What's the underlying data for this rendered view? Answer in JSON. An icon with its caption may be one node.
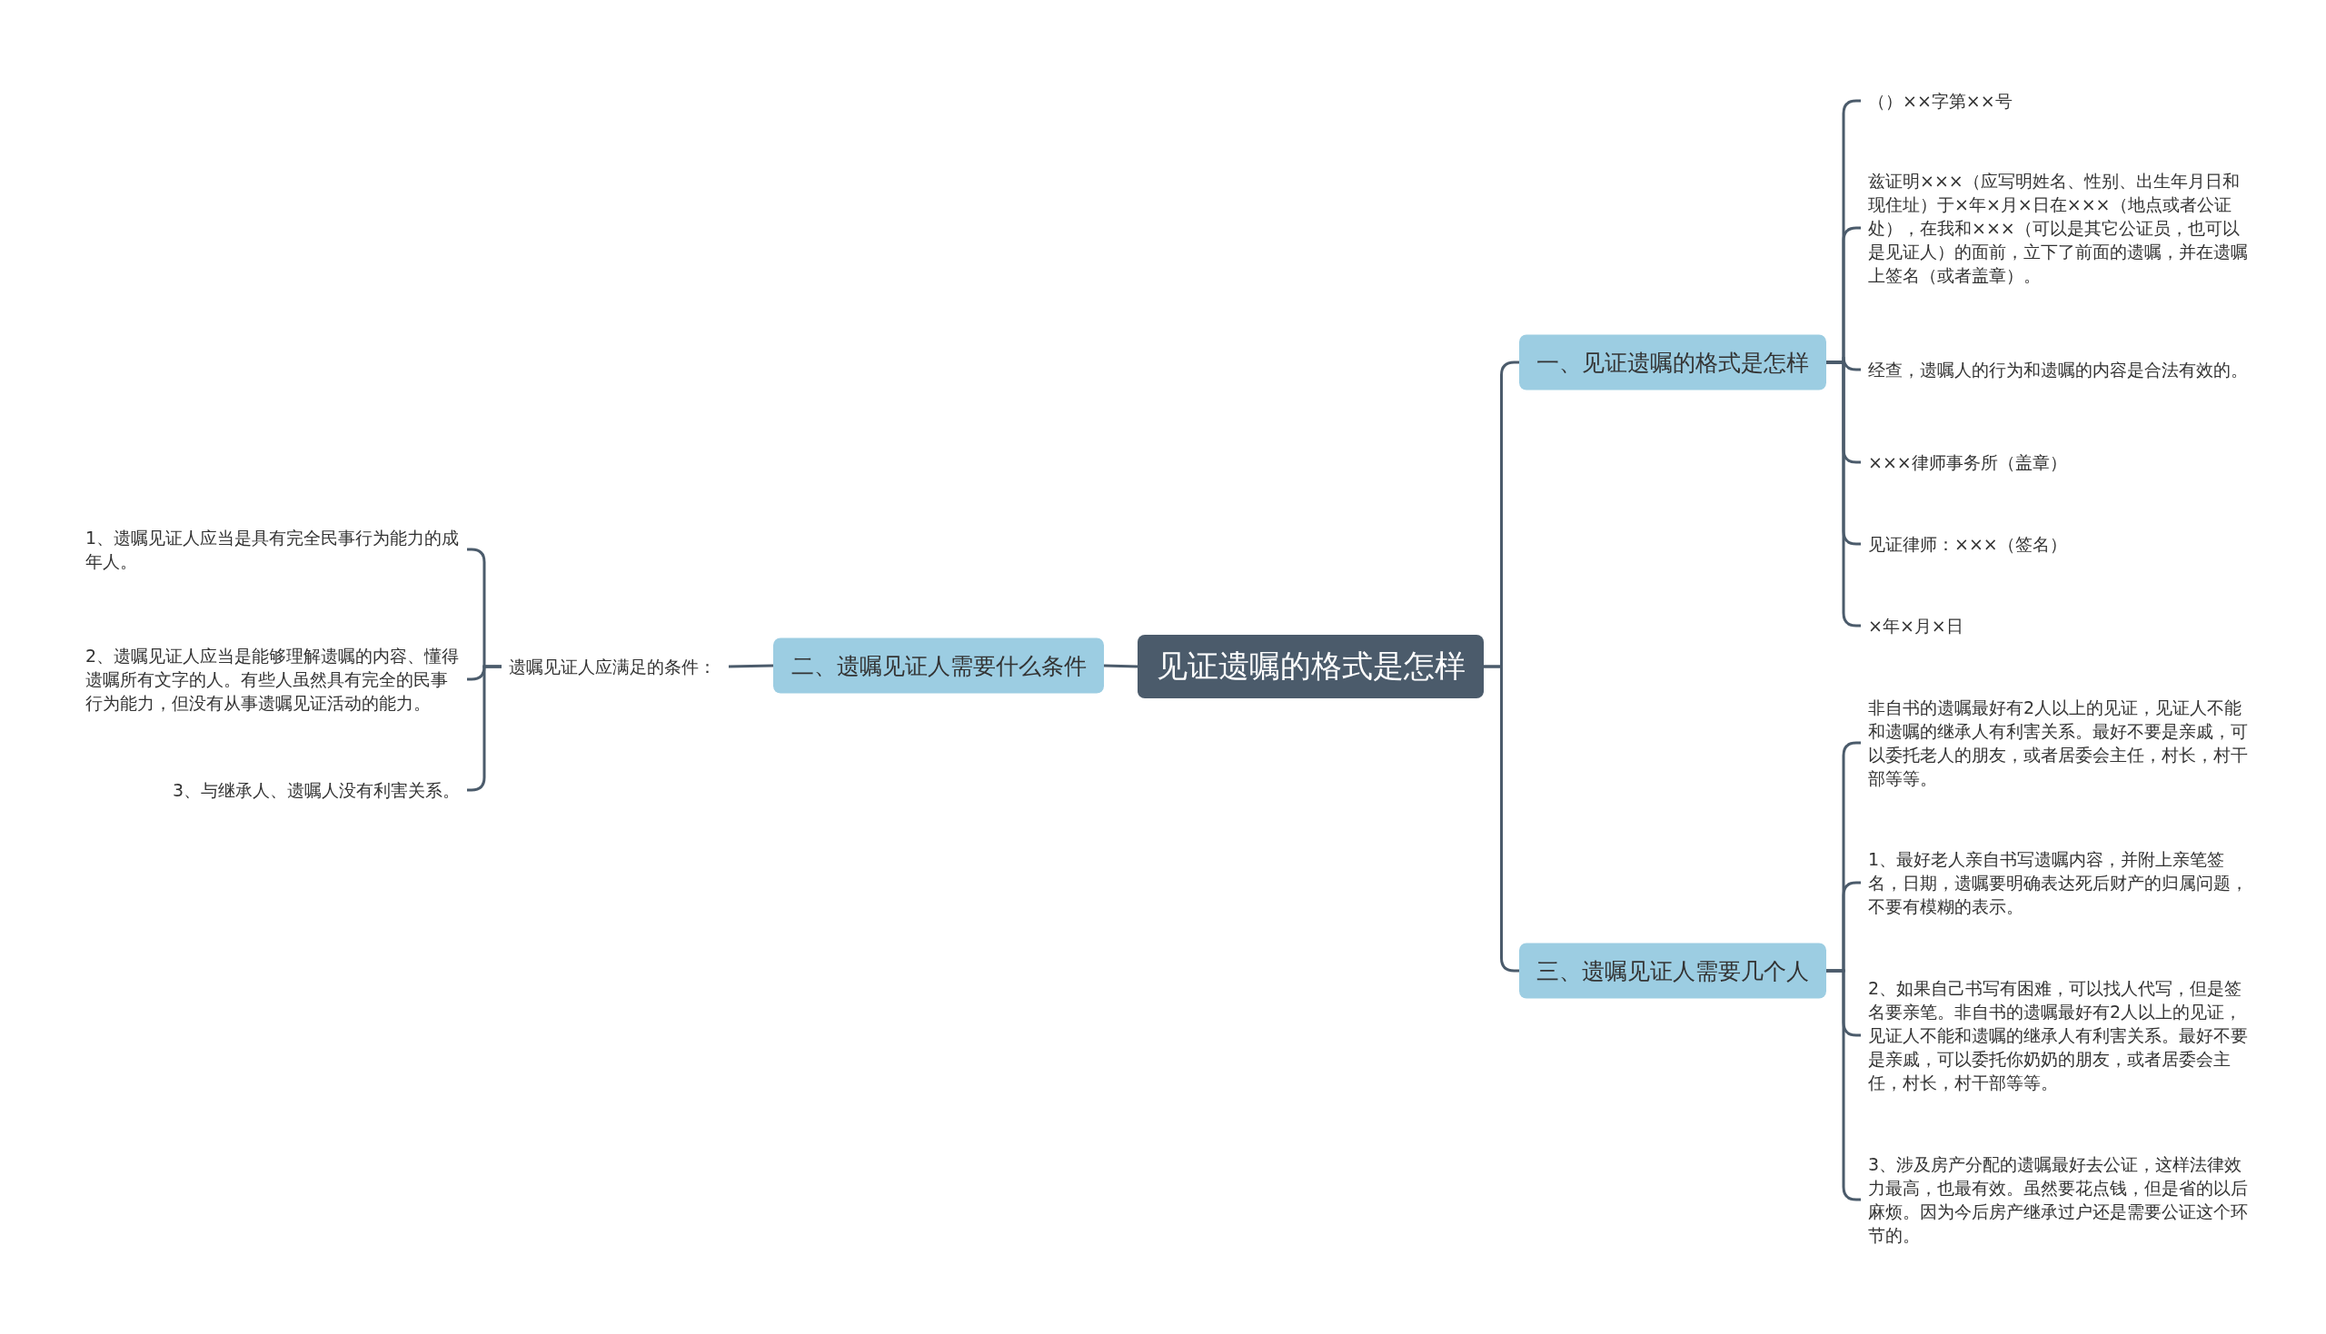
{
  "diagram": {
    "nodes": [
      {
        "text": [
          "见证遗嘱的格式是怎样"
        ]
      },
      {
        "text": [
          "一、见证遗嘱的格式是怎样"
        ]
      },
      {
        "text": [
          "（）××字第××号"
        ]
      },
      {
        "text": [
          "兹证明×××（应写明姓名、性别、出生年月日和现住址）于×年×月×日在×××（地点或者公证处），在我和×××（可以是其它公证员，也可以是见证人）的面前，立下了前面的遗嘱，并在遗嘱上签名（或者盖章）。"
        ]
      },
      {
        "text": [
          "经查，遗嘱人的行为和遗嘱的内容是合法有效的。"
        ]
      },
      {
        "text": [
          "×××律师事务所（盖章）"
        ]
      },
      {
        "text": [
          "见证律师：×××（签名）"
        ]
      },
      {
        "text": [
          "×年×月×日"
        ]
      },
      {
        "text": [
          "二、遗嘱见证人需要什么条件"
        ]
      },
      {
        "text": [
          "遗嘱见证人应满足的条件："
        ]
      },
      {
        "text": [
          "1、遗嘱见证人应当是具有完全民事行为能力的成年人。"
        ]
      },
      {
        "text": [
          "2、遗嘱见证人应当是能够理解遗嘱的内容、懂得遗嘱所有文字的人。有些人虽然具有完全的民事行为能力，但没有从事遗嘱见证活动的能力。"
        ]
      },
      {
        "text": [
          "3、与继承人、遗嘱人没有利害关系。"
        ]
      },
      {
        "text": [
          "三、遗嘱见证人需要几个人"
        ]
      },
      {
        "text": [
          "非自书的遗嘱最好有2人以上的见证，见证人不能和遗嘱的继承人有利害关系。最好不要是亲戚，可以委托老人的朋友，或者居委会主任，村长，村干部等等。"
        ]
      },
      {
        "text": [
          "1、最好老人亲自书写遗嘱内容，并附上亲笔签名，日期，遗嘱要明确表达死后财产的归属问题，不要有模糊的表示。"
        ]
      },
      {
        "text": [
          "2、如果自己书写有困难，可以找人代写，但是签名要亲笔。非自书的遗嘱最好有2人以上的见证，见证人不能和遗嘱的继承人有利害关系。最好不要是亲戚，可以委托你奶奶的朋友，或者居委会主任，村长，村干部等等。"
        ]
      },
      {
        "text": [
          "3、涉及房产分配的遗嘱最好去公证，这样法律效力最高，也最有效。虽然要花点钱，但是省的以后麻烦。因为今后房产继承过户还是需要公证这个环节的。"
        ]
      }
    ],
    "edges": [
      {
        "from": 0,
        "to": 1,
        "arrow": "none"
      },
      {
        "from": 1,
        "to": 2,
        "arrow": "none"
      },
      {
        "from": 1,
        "to": 3,
        "arrow": "none"
      },
      {
        "from": 1,
        "to": 4,
        "arrow": "none"
      },
      {
        "from": 1,
        "to": 5,
        "arrow": "none"
      },
      {
        "from": 1,
        "to": 6,
        "arrow": "none"
      },
      {
        "from": 1,
        "to": 7,
        "arrow": "none"
      },
      {
        "from": 0,
        "to": 8,
        "arrow": "none"
      },
      {
        "from": 8,
        "to": 9,
        "arrow": "none"
      },
      {
        "from": 9,
        "to": 10,
        "arrow": "none"
      },
      {
        "from": 9,
        "to": 11,
        "arrow": "none"
      },
      {
        "from": 9,
        "to": 12,
        "arrow": "none"
      },
      {
        "from": 0,
        "to": 13,
        "arrow": "none"
      },
      {
        "from": 13,
        "to": 14,
        "arrow": "none"
      },
      {
        "from": 13,
        "to": 15,
        "arrow": "none"
      },
      {
        "from": 13,
        "to": 16,
        "arrow": "none"
      },
      {
        "from": 13,
        "to": 17,
        "arrow": "none"
      }
    ]
  }
}
